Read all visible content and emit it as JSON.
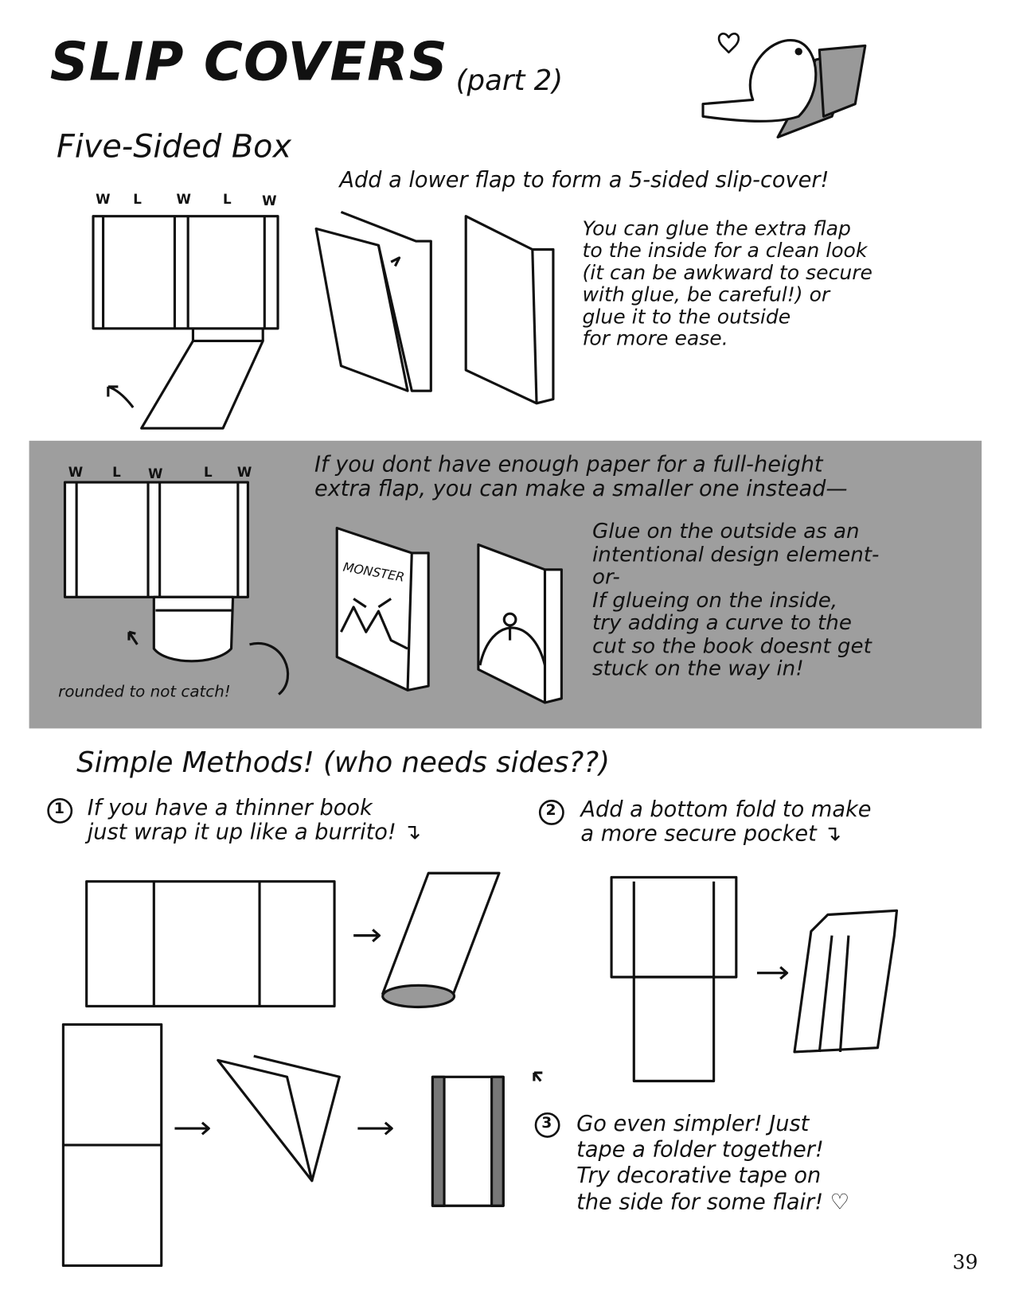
{
  "header": {
    "title": "SLIP COVERS",
    "subtitle": "(part 2)"
  },
  "five_sided": {
    "heading": "Five-Sided Box",
    "panel_labels": [
      "W",
      "L",
      "W",
      "L",
      "W"
    ],
    "intro": "Add a lower flap to form a 5-sided slip-cover!",
    "note": "You can glue the extra flap\nto the inside for a clean look\n(it can be awkward to secure\nwith glue, be careful!) or\nglue it to the outside\nfor more ease."
  },
  "smaller_flap": {
    "panel_labels": [
      "W",
      "L",
      "W",
      "L",
      "W"
    ],
    "intro": "If you dont have enough paper for a full-height\nextra flap, you can make a smaller one instead—",
    "note": "Glue on the outside as an\nintentional design element-\n     or-\nIf glueing on the inside,\ntry adding a curve to the\ncut so the book doesnt get\nstuck on the way in!",
    "rounded_label": "rounded to not catch!",
    "book_label": "MONSTER"
  },
  "simple": {
    "heading": "Simple Methods! (who needs sides??)",
    "method1": {
      "number": "1",
      "text": "If you have a thinner book\njust wrap it up like a burrito! ↴"
    },
    "method2": {
      "number": "2",
      "text": "Add a bottom fold to make\na more secure pocket ↴"
    },
    "method3": {
      "number": "3",
      "text": "Go even simpler! Just\ntape a folder together!\nTry decorative tape on\nthe side for some flair! ♡"
    }
  },
  "page_number": "39"
}
